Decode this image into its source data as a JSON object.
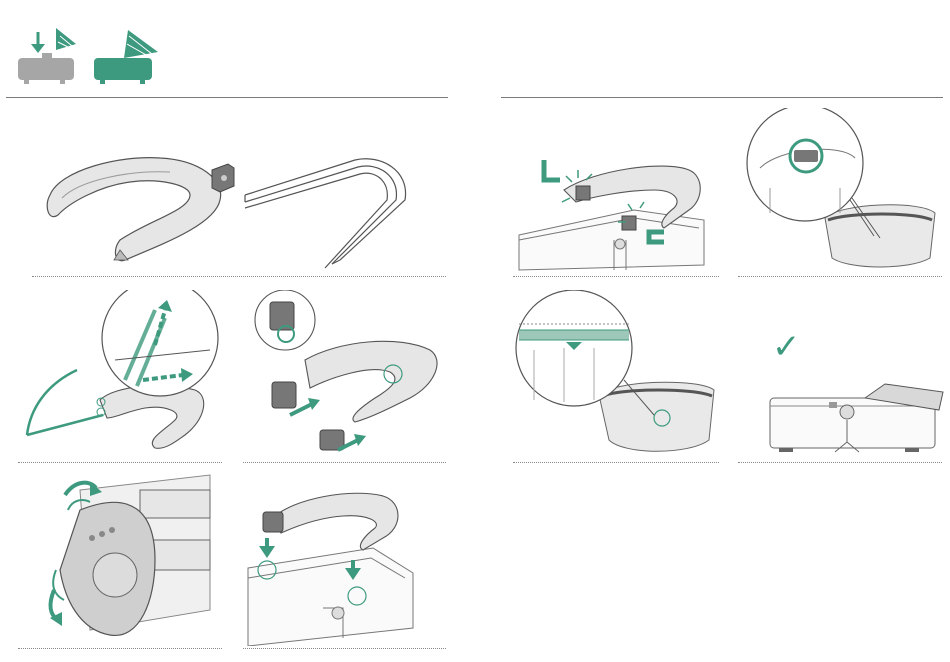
{
  "header": {
    "icon_left": "bassinet-with-canopy-gray-icon",
    "icon_right": "bassinet-with-canopy-green-icon",
    "arrow": "down-arrow-icon"
  },
  "left_page": {
    "steps": [
      {
        "name": "bumper-parts",
        "icons": [
          "bumper-cover-icon",
          "clip-icon",
          "frame-bar-icon"
        ]
      },
      {
        "name": "thread-bar",
        "icons": [
          "frame-bar-icon",
          "arrow-icon"
        ]
      },
      {
        "name": "attach-clips",
        "icons": [
          "clip-icon",
          "arrow-icon"
        ]
      },
      {
        "name": "clip-close-up",
        "icons": [
          "rotate-arrow-icon"
        ]
      },
      {
        "name": "mount-on-bassinet",
        "icons": [
          "down-arrow-icon"
        ]
      }
    ]
  },
  "right_page": {
    "steps": [
      {
        "name": "click-into-place",
        "icons": [
          "click-arrow-icon"
        ]
      },
      {
        "name": "check-clip-zoom",
        "icons": [
          "magnifier-icon"
        ]
      },
      {
        "name": "check-seam-zoom",
        "icons": [
          "magnifier-icon"
        ]
      },
      {
        "name": "result",
        "icons": [
          "checkmark-icon"
        ]
      }
    ]
  },
  "check_mark": "✓",
  "colors": {
    "accent": "#3e9a7f",
    "line": "#555555",
    "fill_gray": "#e6e6e6",
    "icon_gray": "#a6a6a6"
  }
}
